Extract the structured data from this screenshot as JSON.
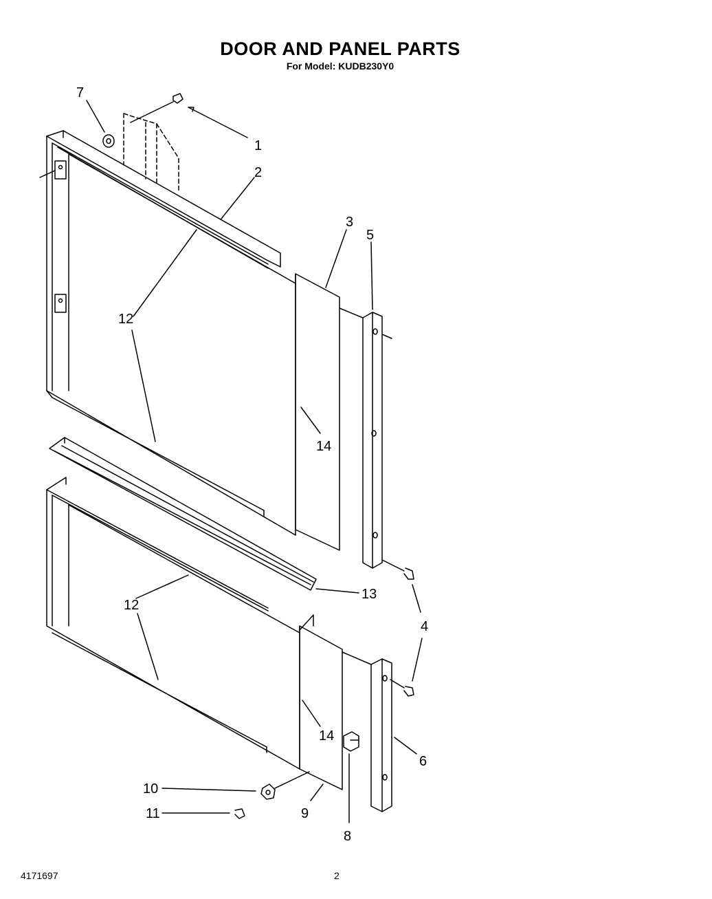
{
  "header": {
    "title": "DOOR AND PANEL PARTS",
    "subtitle": "For Model: KUDB230Y0"
  },
  "footer": {
    "doc_number": "4171697",
    "page_number": "2"
  },
  "callouts": {
    "c1": "1",
    "c2": "2",
    "c3": "3",
    "c4": "4",
    "c5": "5",
    "c6": "6",
    "c7": "7",
    "c8": "8",
    "c9": "9",
    "c10": "10",
    "c11": "11",
    "c12a": "12",
    "c12b": "12",
    "c13": "13",
    "c14a": "14",
    "c14b": "14"
  },
  "colors": {
    "ink": "#000000",
    "paper": "#ffffff"
  }
}
